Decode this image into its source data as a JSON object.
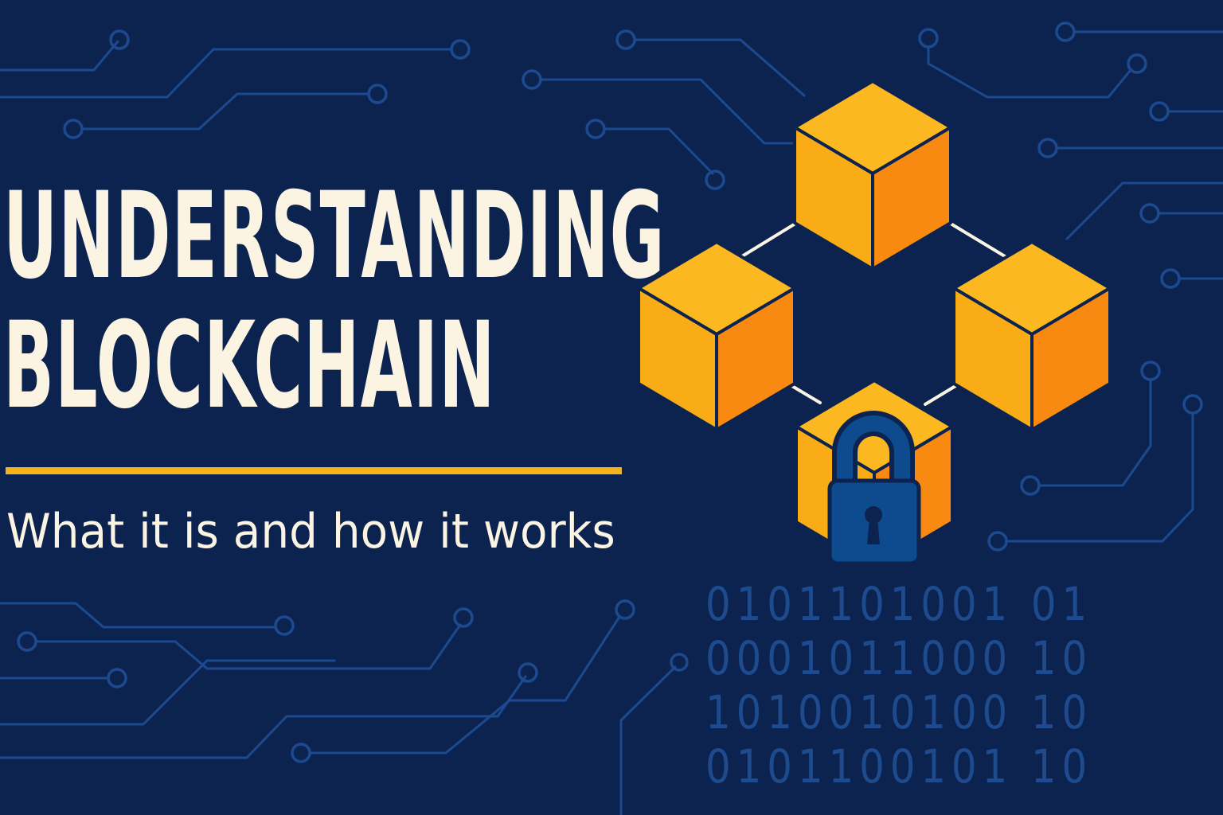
{
  "title": {
    "line1": "UNDERSTANDING",
    "line2": "BLOCKCHAIN"
  },
  "subtitle": "What it is and how it works",
  "binary": {
    "rows": [
      "0101101001 01",
      "0001011000 10",
      "1010010100 10",
      "0101100101 10"
    ]
  },
  "colors": {
    "background": "#0c2350",
    "circuit": "#1d4a8f",
    "title_text": "#fbf4e2",
    "accent_rule": "#f6b21c",
    "cube_top": "#fbb820",
    "cube_left": "#f9ac16",
    "cube_right": "#f88a12",
    "lock": "#0e4a8e",
    "binary_text": "#1e4a8e"
  },
  "icons": [
    "circuit-background",
    "blockchain-cubes-graphic",
    "padlock-icon"
  ]
}
